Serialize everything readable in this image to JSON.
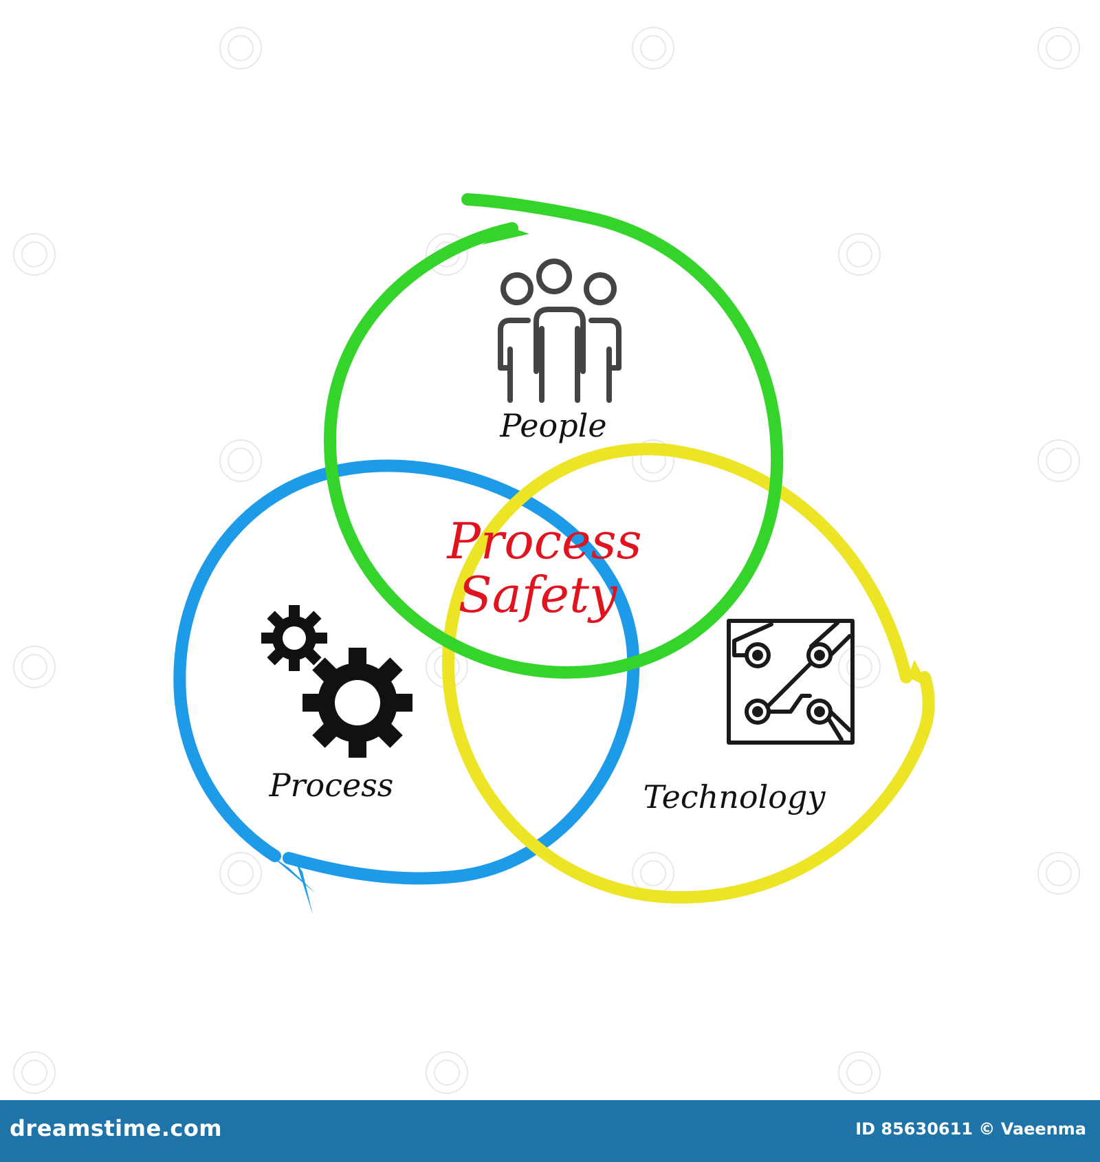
{
  "diagram": {
    "center_line1": "Process",
    "center_line2": "Safety",
    "circles": [
      {
        "label": "People",
        "color": "#35d42a",
        "icon": "people-icon"
      },
      {
        "label": "Process",
        "color": "#1e9be8",
        "icon": "gears-icon"
      },
      {
        "label": "Technology",
        "color": "#ece424",
        "icon": "circuit-board-icon"
      }
    ],
    "center_color": "#e0141e"
  },
  "footer": {
    "site": "dreamstime.com",
    "credit": "ID 85630611 © Vaeenma"
  }
}
